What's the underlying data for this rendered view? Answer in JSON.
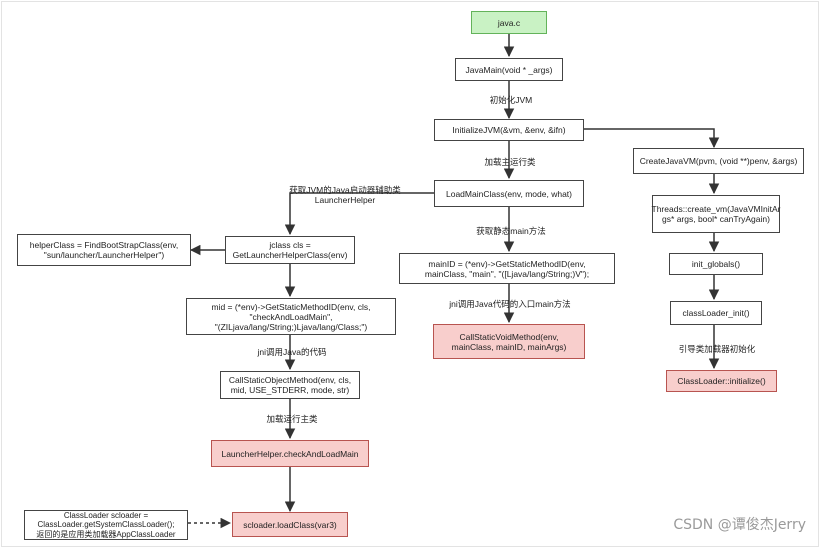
{
  "nodes": {
    "java_c": "java.c",
    "javamain": "JavaMain(void * _args)",
    "initjvm": "InitializeJVM(&vm, &env, &ifn)",
    "loadmain": "LoadMainClass(env, mode, what)",
    "getlauncher": "jclass cls =\nGetLauncherHelperClass(env)",
    "helperclass": "helperClass = FindBootStrapClass(env,\n\"sun/launcher/LauncherHelper\")",
    "getstatic1": "mid = (*env)->GetStaticMethodID(env, cls,\n\"checkAndLoadMain\",\n\"(ZILjava/lang/String;)Ljava/lang/Class;\")",
    "callstaticobj": "CallStaticObjectMethod(env, cls,\nmid, USE_STDERR, mode, str)",
    "checkandload": "LauncherHelper.checkAndLoadMain",
    "loadclass": "scloader.loadClass(var3)",
    "classloader_note": "ClassLoader scloader =\nClassLoader.getSystemClassLoader();\n返回的是应用类加载器AppClassLoader",
    "getstatic2": "mainID = (*env)->GetStaticMethodID(env,\nmainClass, \"main\", \"([Ljava/lang/String;)V\");",
    "callstaticvoid": "CallStaticVoidMethod(env,\nmainClass, mainID, mainArgs)",
    "createjvm": "CreateJavaVM(pvm, (void **)penv, &args)",
    "threads": "Threads::create_vm(JavaVMInitAr\ngs* args, bool* canTryAgain)",
    "initglobals": "init_globals()",
    "clinit": "classLoader_init()",
    "clinitialize": "ClassLoader::initialize()"
  },
  "labels": {
    "init_jvm": "初始化JVM",
    "load_main_class": "加载主运行类",
    "get_helper": "获取JVM的Java启动器辅助类\nLauncherHelper",
    "get_static_main": "获取静态main方法",
    "jni_entry": "jni调用Java代码的入口main方法",
    "jni_call": "jni调用Java的代码",
    "load_run_class": "加载运行主类",
    "bootstrap_loader": "引导类加载器初始化"
  },
  "watermark": "CSDN @谭俊杰Jerry",
  "colors": {
    "start_fill": "#c9f2c4",
    "start_border": "#63b35a",
    "highlight_fill": "#f8cecc",
    "highlight_border": "#b85450",
    "edge": "#333333"
  }
}
